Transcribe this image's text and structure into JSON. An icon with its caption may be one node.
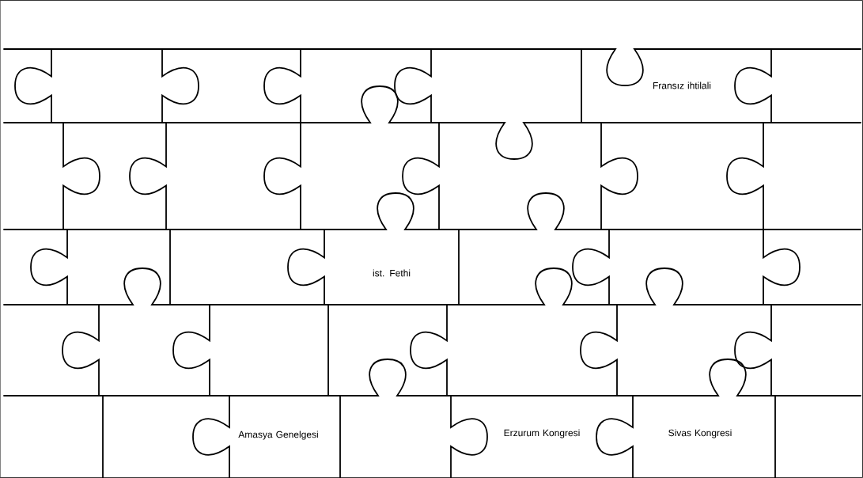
{
  "diagram": {
    "nodes": [
      {
        "text": [
          "Fransız ihtilali"
        ]
      },
      {
        "text": [
          "ist. Fethi"
        ]
      },
      {
        "text": [
          "Amasya Genelgesi"
        ]
      },
      {
        "text": [
          "Erzurum Kongresi"
        ]
      },
      {
        "text": [
          "Sivas Kongresi"
        ]
      }
    ]
  }
}
